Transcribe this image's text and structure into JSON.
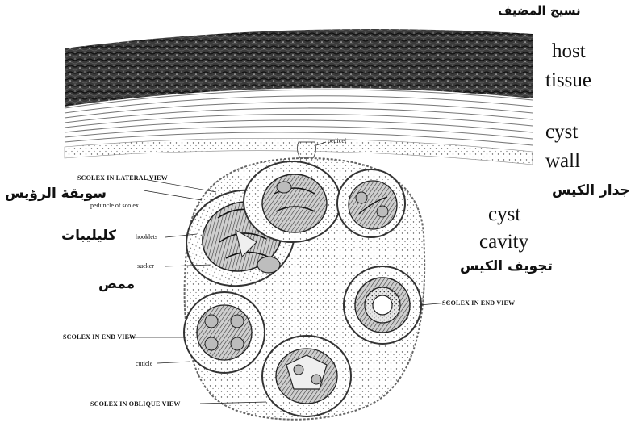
{
  "labels": {
    "ar_host_tissue": "نسيج المضيف",
    "host": "host",
    "tissue": "tissue",
    "cyst": "cyst",
    "wall": "wall",
    "ar_cyst_wall": "جدار الكيس",
    "pedicel": "pedicel",
    "scolex_lateral": "SCOLEX IN LATERAL VIEW",
    "ar_scolex_stalk": "سويقة الرؤيس",
    "peduncle": "peduncle of scolex",
    "ar_hooklets": "كليليبات",
    "hooklets": "hooklets",
    "sucker": "sucker",
    "ar_sucker": "ممص",
    "cavity_cyst": "cyst",
    "cavity": "cavity",
    "ar_cyst_cavity": "تجويف الكيس",
    "scolex_end_right": "SCOLEX IN END VIEW",
    "scolex_end_left": "SCOLEX IN END VIEW",
    "cuticle": "cuticle",
    "scolex_oblique": "SCOLEX IN OBLIQUE VIEW"
  },
  "colors": {
    "ink": "#111111",
    "tissue": "#2a2a2a",
    "capsule": "#6a6a6a"
  }
}
